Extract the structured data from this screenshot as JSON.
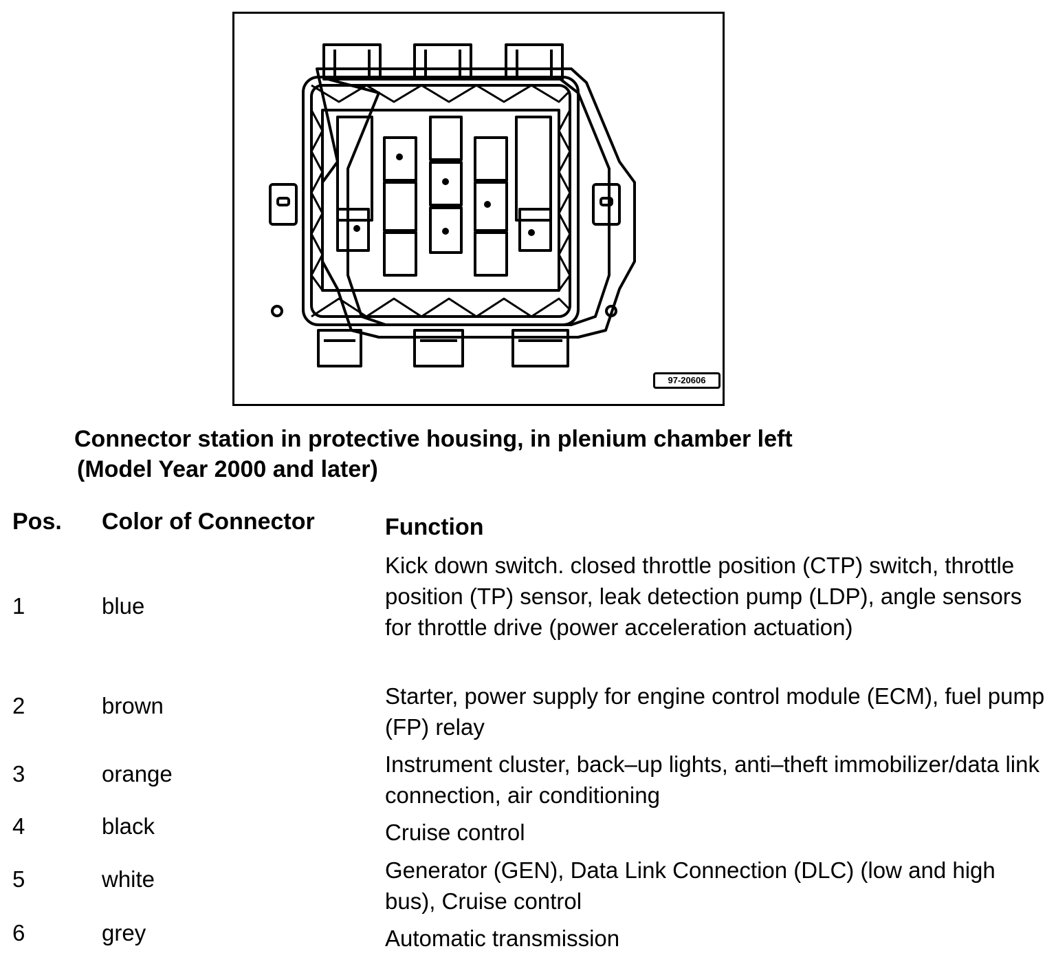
{
  "figure": {
    "id_label": "97-20606"
  },
  "caption": {
    "line1": "Connector station in protective housing, in plenium chamber left",
    "line2": "(Model Year 2000 and later)"
  },
  "table": {
    "headers": {
      "pos": "Pos.",
      "color": "Color of Connector",
      "function": "Function"
    },
    "rows": [
      {
        "pos": "1",
        "color": "blue",
        "function": "Kick down switch. closed throttle position (CTP) switch, throttle position (TP) sensor, leak detection pump (LDP), angle sensors for throttle drive (power acceleration actuation)"
      },
      {
        "pos": "2",
        "color": "brown",
        "function": "Starter, power supply for engine control module (ECM), fuel pump (FP) relay"
      },
      {
        "pos": "3",
        "color": "orange",
        "function": "Instrument cluster, back–up lights, anti–theft immobilizer/data link connection, air conditioning"
      },
      {
        "pos": "4",
        "color": "black",
        "function": "Cruise control"
      },
      {
        "pos": "5",
        "color": "white",
        "function": "Generator (GEN), Data Link Connection (DLC) (low and high bus), Cruise control"
      },
      {
        "pos": "6",
        "color": "grey",
        "function": "Automatic transmission"
      }
    ]
  }
}
